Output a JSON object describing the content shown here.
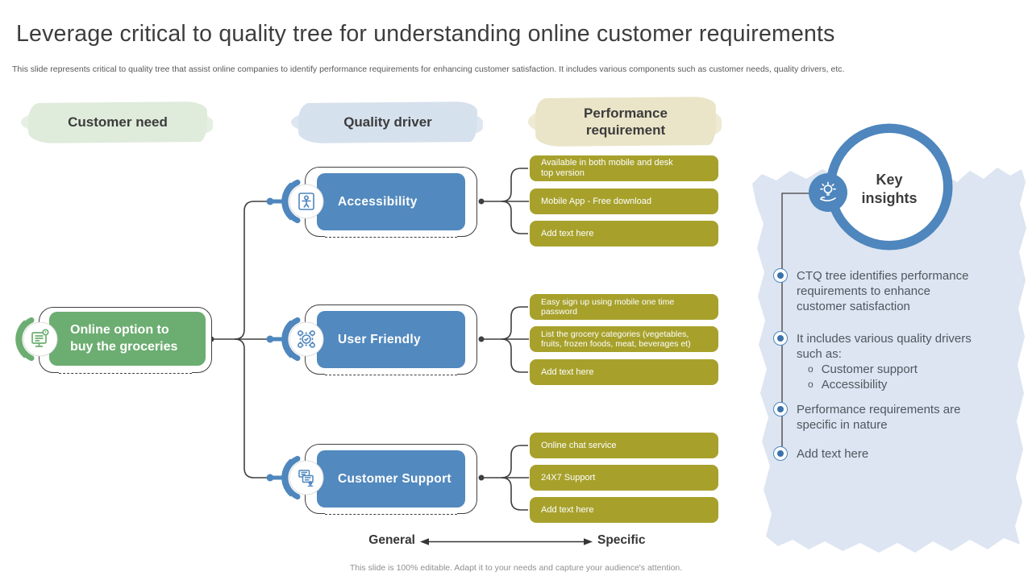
{
  "slide": {
    "title": "Leverage critical to quality tree for understanding online customer requirements",
    "subtitle": "This slide represents critical to quality tree that assist online companies to identify performance requirements for enhancing customer satisfaction. It includes various components such as customer needs, quality drivers, etc.",
    "footer": "This slide is 100% editable.  Adapt it to your needs and capture your audience's attention."
  },
  "columns": [
    {
      "label": "Customer need",
      "bg": "#dfebdb"
    },
    {
      "label": "Quality driver",
      "bg": "#d6e1ed"
    },
    {
      "label": "Performance\nrequirement",
      "bg": "#eae5c8"
    }
  ],
  "customer_need": {
    "label": "Online option to\nbuy the groceries",
    "icon": "shopping-monitor-icon"
  },
  "drivers": [
    {
      "label": "Accessibility",
      "icon": "accessibility-icon",
      "requirements": [
        "Available in both mobile and desk\ntop version",
        "Mobile  App - Free download",
        "Add text here"
      ]
    },
    {
      "label": "User  Friendly",
      "icon": "user-network-icon",
      "requirements": [
        "Easy sign up using mobile  one time password",
        "List the grocery categories (vegetables,\nfruits, frozen foods, meat, beverages et)",
        "Add text here"
      ]
    },
    {
      "label": "Customer  Support",
      "icon": "chat-support-icon",
      "requirements": [
        "Online  chat service",
        "24X7 Support",
        "Add text here"
      ]
    }
  ],
  "key_insights": {
    "title": "Key insights",
    "icon": "idea-hand-icon",
    "bullets": [
      {
        "text": "CTQ tree identifies performance\nrequirements to enhance\ncustomer satisfaction"
      },
      {
        "text": "It includes various quality drivers\nsuch as:",
        "sub": [
          "Customer support",
          "Accessibility"
        ]
      },
      {
        "text": "Performance requirements are\nspecific in nature"
      },
      {
        "text": "Add text here"
      }
    ]
  },
  "axis": {
    "left": "General",
    "right": "Specific"
  },
  "colors": {
    "driver_blue": "#5289be",
    "need_green": "#6cad71",
    "requirement_olive": "#a7a12c",
    "accent_blue": "#4e86bd",
    "wash_blue": "#dce5f1",
    "outline_dark": "#3f3f3f"
  }
}
